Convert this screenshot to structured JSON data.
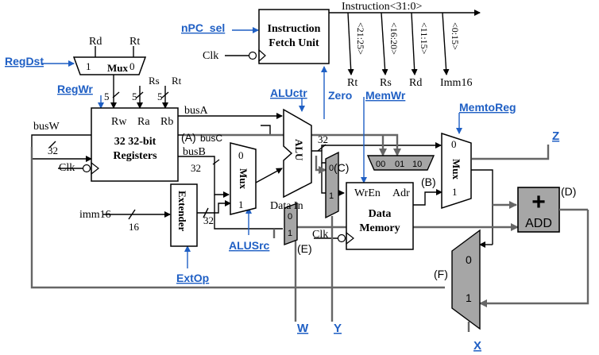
{
  "colors": {
    "control": "#1f5fc4",
    "added_wire": "#666666",
    "added_block": "#a6a6a6",
    "wire": "#000000"
  },
  "fetch": {
    "line1": "Instruction",
    "line2": "Fetch Unit",
    "instruction": "Instruction<31:0>",
    "clk": "Clk"
  },
  "fields": [
    "<21:25>",
    "<16:20>",
    "<11:15>",
    "<0:15>"
  ],
  "field_outputs": [
    "Rt",
    "Rs",
    "Rd",
    "Imm16"
  ],
  "control": {
    "npc_sel": "nPC_sel",
    "regdst": "RegDst",
    "regwr": "RegWr",
    "aluctr": "ALUctr",
    "zero": "Zero",
    "memwr": "MemWr",
    "memtoreg": "MemtoReg",
    "alusrc": "ALUSrc",
    "extop": "ExtOp",
    "z": "Z",
    "w": "W",
    "y": "Y",
    "x": "X"
  },
  "regdst_mux": {
    "in1": "Rd",
    "in0": "Rt",
    "sel1": "1",
    "sel0": "0",
    "label": "Mux"
  },
  "regfile": {
    "rs": "Rs",
    "rt": "Rt",
    "five": "5",
    "rw": "Rw",
    "ra": "Ra",
    "rb": "Rb",
    "line1": "32 32-bit",
    "line2": "Registers",
    "clk": "Clk",
    "busw": "busW",
    "busa": "busA",
    "busb": "busB",
    "w32": "32"
  },
  "alusrc_mux": {
    "zero": "0",
    "one": "1",
    "label": "Mux",
    "w32": "32"
  },
  "extender": {
    "label": "Extender",
    "imm16": "imm16",
    "w16": "16",
    "w32": "32"
  },
  "alu_label": "ALU",
  "memory": {
    "wren": "WrEn",
    "adr": "Adr",
    "line1": "Data",
    "line2": "Memory",
    "data_in": "Data In",
    "clk": "Clk",
    "w32": "32"
  },
  "memtoreg_mux": {
    "zero": "0",
    "one": "1",
    "label": "Mux"
  },
  "new_mux": {
    "s00": "00",
    "s01": "01",
    "s10": "10"
  },
  "mux_c": {
    "zero": "0",
    "one": "1"
  },
  "mux_e": {
    "zero": "0",
    "one": "1"
  },
  "mux_f": {
    "zero": "0",
    "one": "1"
  },
  "adder": {
    "symbol": "+",
    "label": "ADD"
  },
  "labels": {
    "a": "(A)",
    "busc": "busC",
    "b": "(B)",
    "c": "(C)",
    "d": "(D)",
    "e": "(E)",
    "f": "(F)"
  }
}
